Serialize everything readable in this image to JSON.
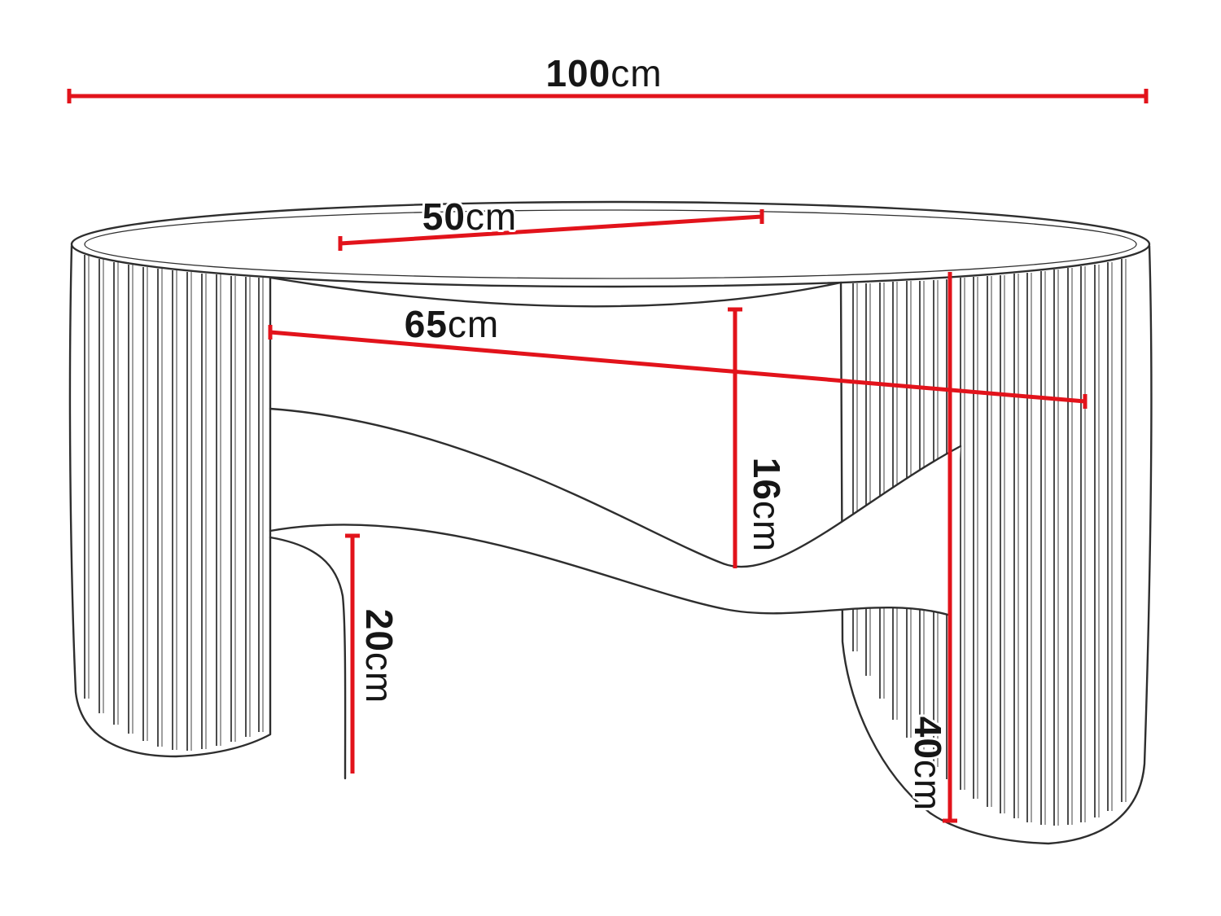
{
  "figure": {
    "type": "furniture-dimension-diagram",
    "subject": "oval-coffee-table-with-fluted-panels-and-lower-shelf",
    "background": "#ffffff",
    "colors": {
      "dimension_line": "#e2131b",
      "drawing_line": "#2e2e2e",
      "label_text": "#161616"
    },
    "units": "cm",
    "dimensions": {
      "width": {
        "value": "100",
        "unit": "cm"
      },
      "depth": {
        "value": "50",
        "unit": "cm"
      },
      "shelf_width": {
        "value": "65",
        "unit": "cm"
      },
      "shelf_gap": {
        "value": "16",
        "unit": "cm"
      },
      "under_shelf": {
        "value": "20",
        "unit": "cm"
      },
      "height": {
        "value": "40",
        "unit": "cm"
      }
    }
  }
}
